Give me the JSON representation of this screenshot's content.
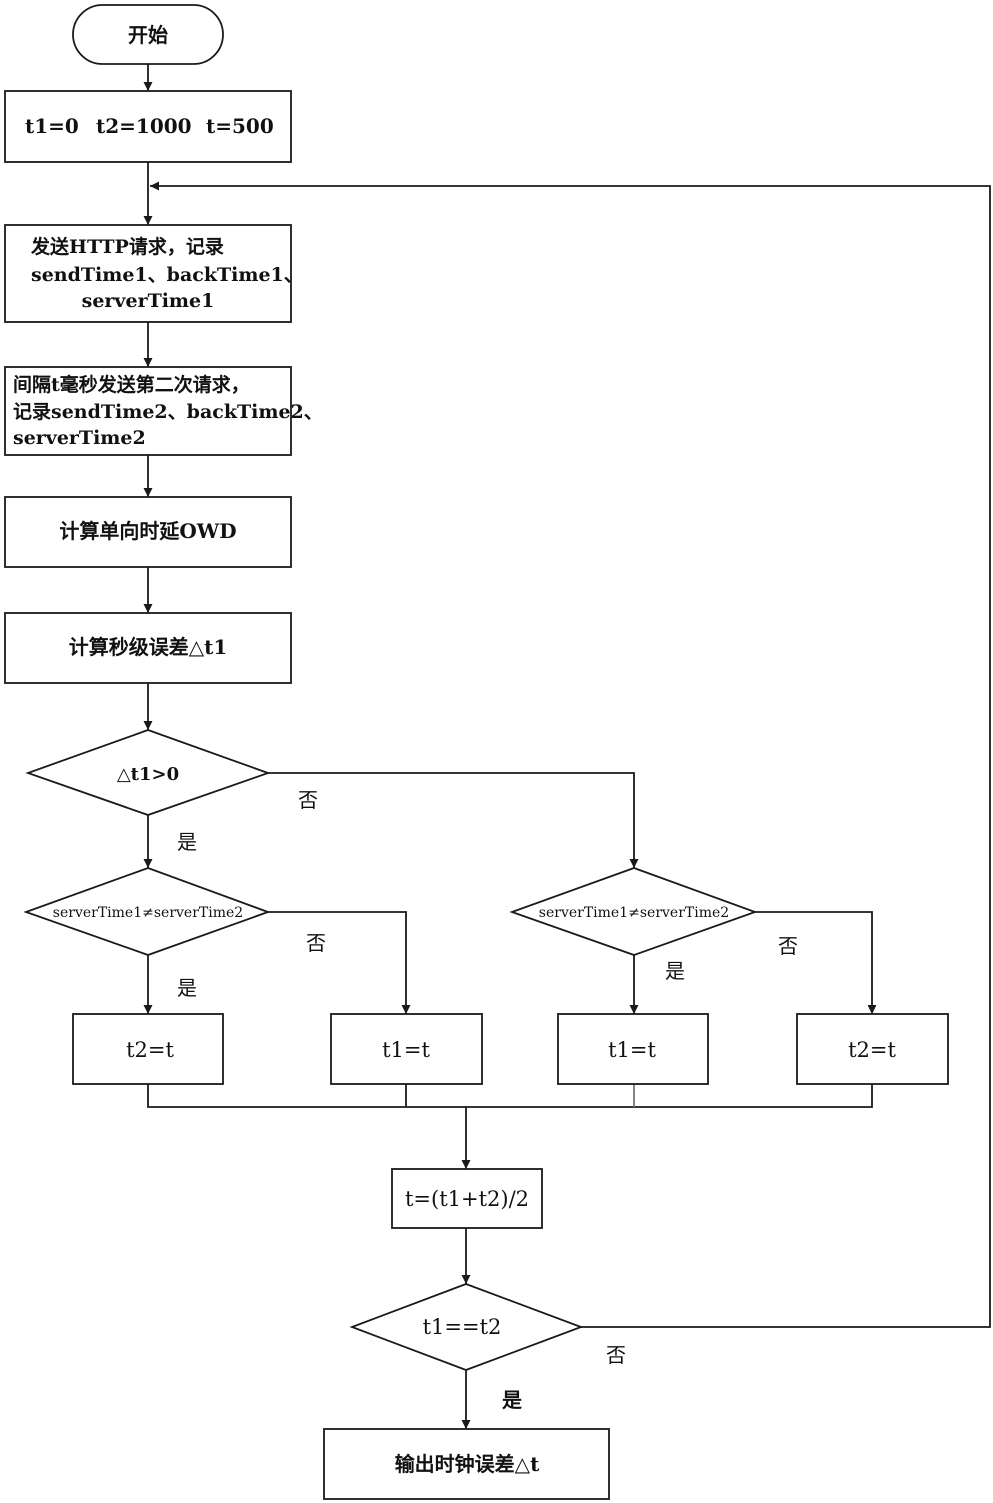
{
  "nodes": {
    "start": "开始",
    "init": [
      "t1=0",
      "t2=1000",
      "t=500"
    ],
    "send1": [
      "发送HTTP请求，记录",
      "sendTime1、backTime1、",
      "serverTime1"
    ],
    "send2": [
      "间隔t毫秒发送第二次请求，",
      "记录sendTime2、backTime2、",
      "serverTime2"
    ],
    "owd": "计算单向时延OWD",
    "calc_dt": "计算秒级误差△t1",
    "dec_dt": "△t1>0",
    "dec_left": "serverTime1≠serverTime2",
    "dec_right": "serverTime1≠serverTime2",
    "box_ll": "t2=t",
    "box_lr": "t1=t",
    "box_rl": "t1=t",
    "box_rr": "t2=t",
    "avg": "t=(t1+t2)/2",
    "dec_eq": "t1==t2",
    "output": "输出时钟误差△t"
  },
  "labels": {
    "yes": "是",
    "no": "否"
  }
}
